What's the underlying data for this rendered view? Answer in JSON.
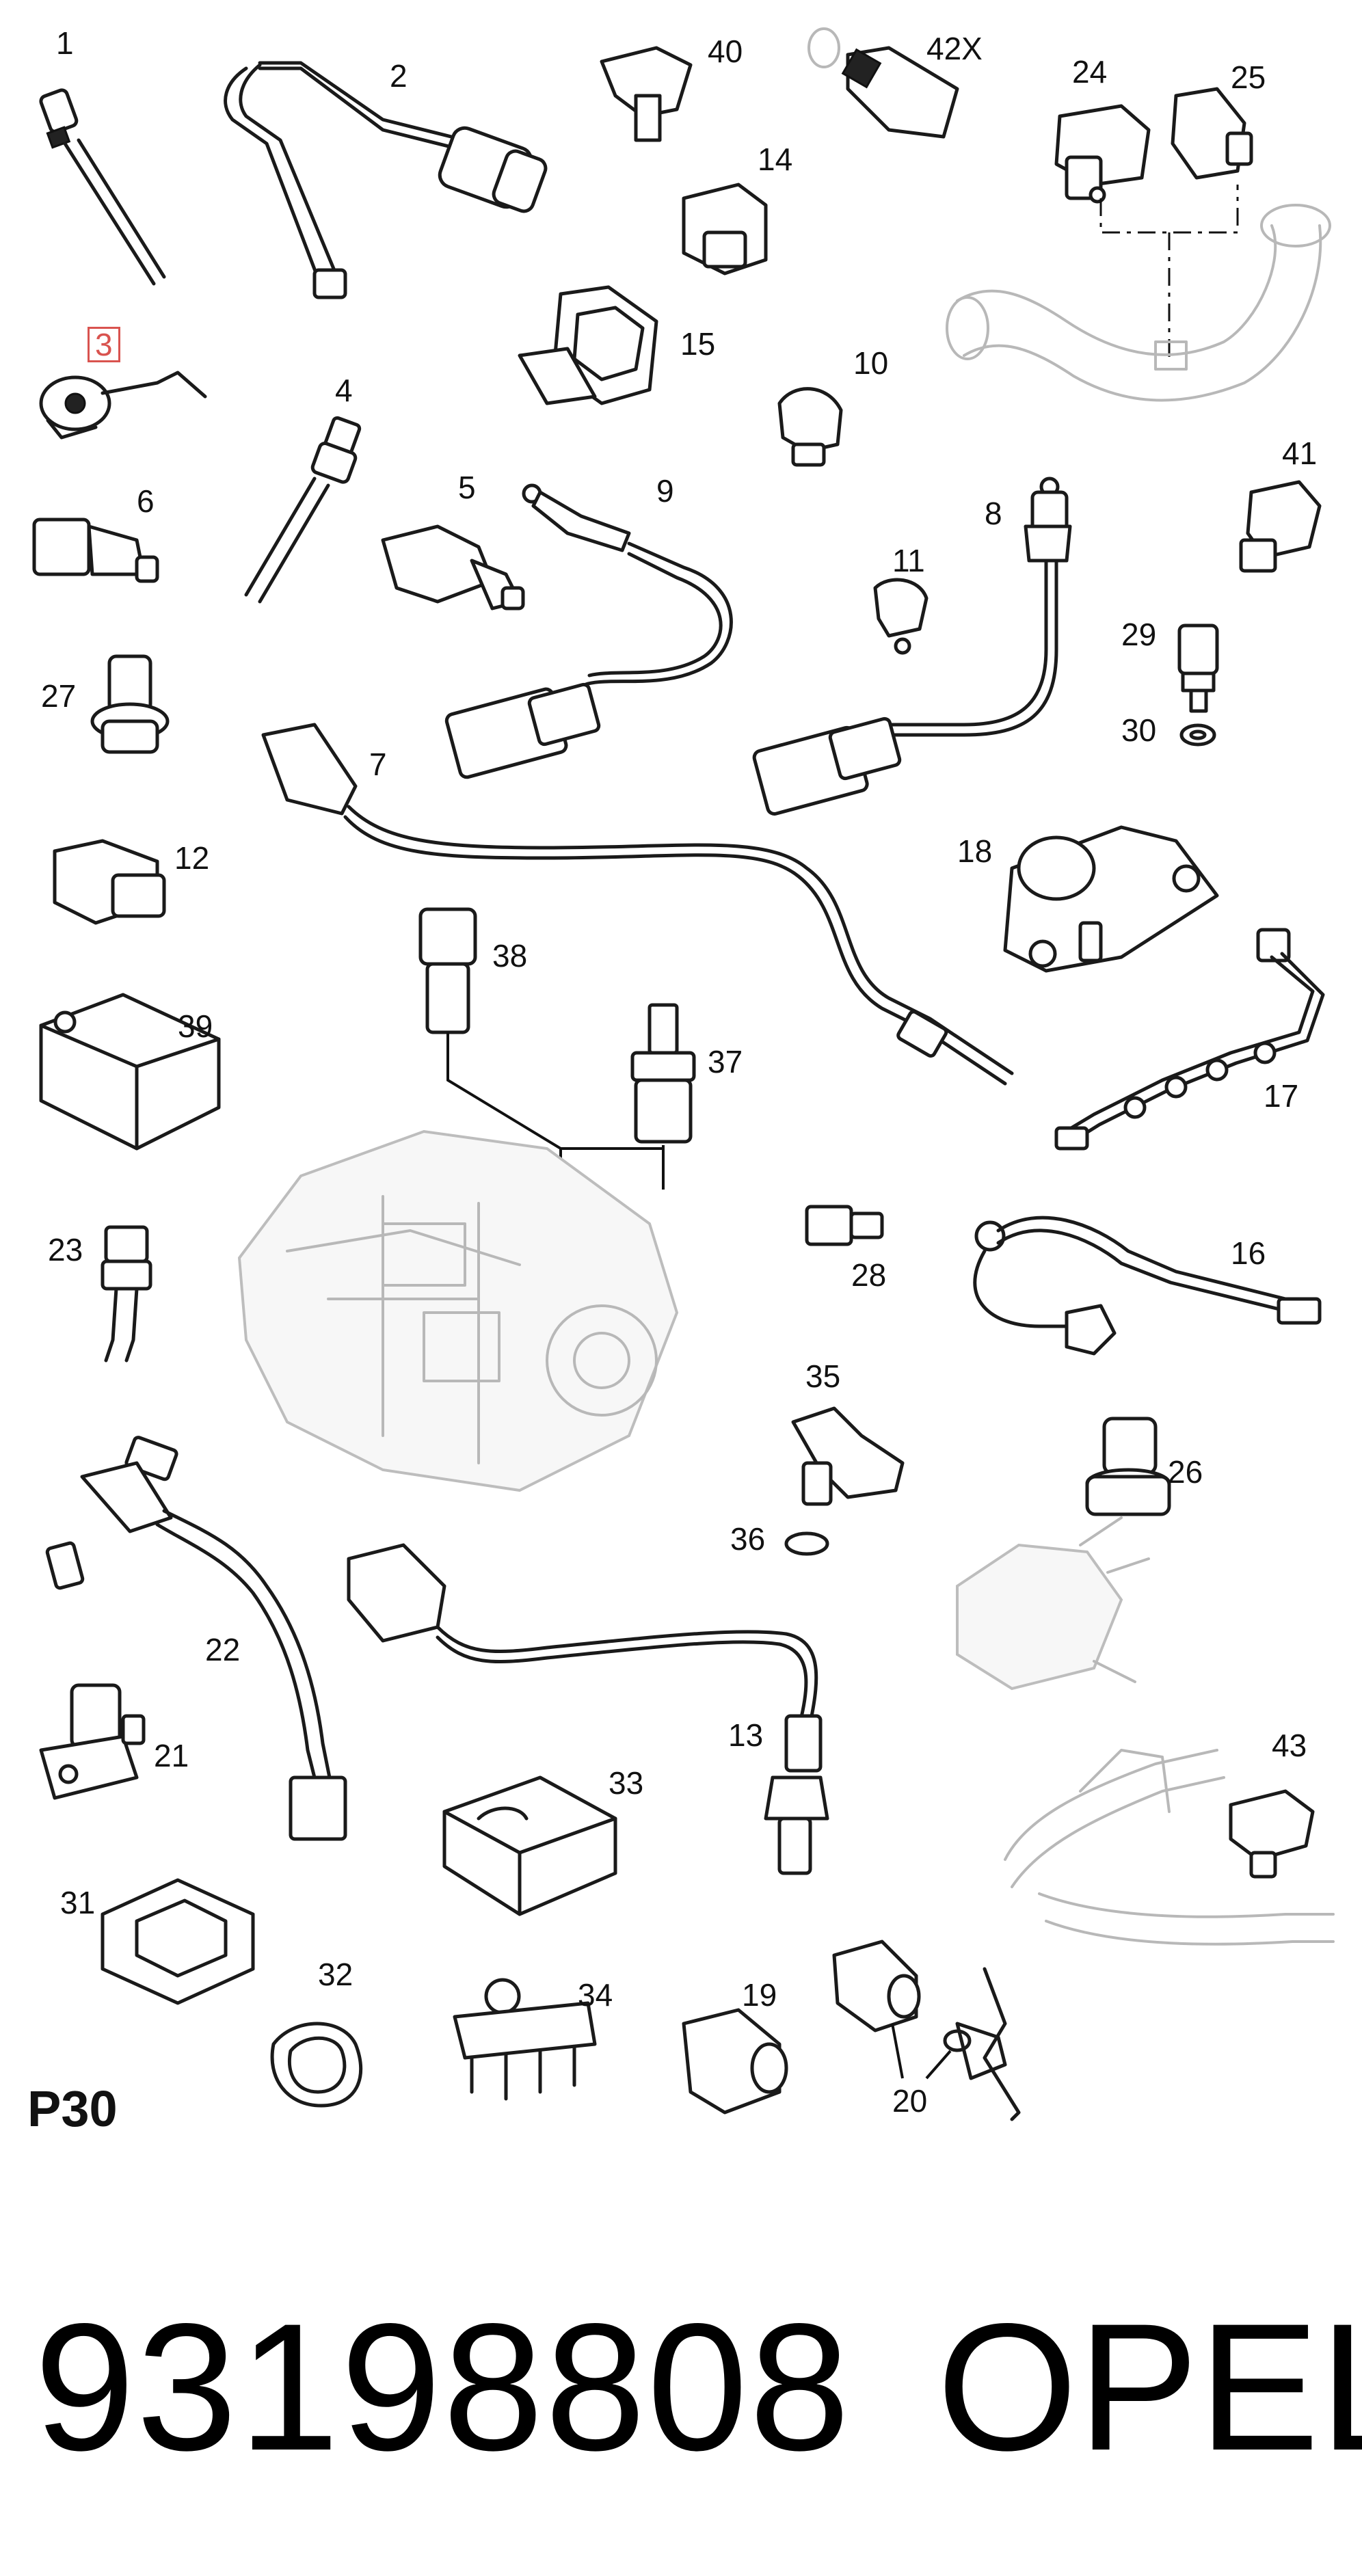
{
  "diagram": {
    "page_ref": "P30",
    "part_number": "93198808",
    "brand": "OPEL",
    "highlighted_callout": "3",
    "callouts": [
      "1",
      "2",
      "3",
      "4",
      "5",
      "6",
      "7",
      "8",
      "9",
      "10",
      "11",
      "12",
      "13",
      "14",
      "15",
      "16",
      "17",
      "18",
      "19",
      "20",
      "21",
      "22",
      "23",
      "24",
      "25",
      "26",
      "27",
      "28",
      "29",
      "30",
      "31",
      "32",
      "33",
      "34",
      "35",
      "36",
      "37",
      "38",
      "39",
      "40",
      "41",
      "42X",
      "43"
    ],
    "colors": {
      "highlight": "#d9534f",
      "ink": "#1a1a1a",
      "ghost": "#b8b8b8"
    }
  }
}
